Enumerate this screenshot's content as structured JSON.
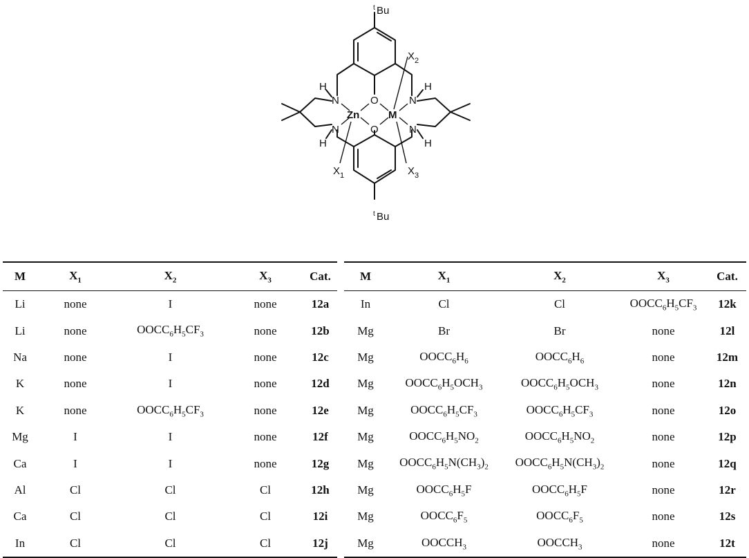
{
  "structure": {
    "tbu_top": "Bu",
    "tbu_bottom": "Bu",
    "tbu_sup": "t",
    "zn": "Zn",
    "m": "M",
    "o": "O",
    "n": "N",
    "h": "H",
    "x1": "X",
    "x2": "X",
    "x3": "X",
    "x1_sub": "1",
    "x2_sub": "2",
    "x3_sub": "3",
    "zn_color": "#b01c1c",
    "m_color": "#1c2a9c"
  },
  "table": {
    "headers": [
      "M",
      "X1",
      "X2",
      "X3",
      "Cat."
    ],
    "left_rows": [
      [
        "Li",
        "none",
        "I",
        "none",
        "12a"
      ],
      [
        "Li",
        "none",
        "OOCC6H5CF3",
        "none",
        "12b"
      ],
      [
        "Na",
        "none",
        "I",
        "none",
        "12c"
      ],
      [
        "K",
        "none",
        "I",
        "none",
        "12d"
      ],
      [
        "K",
        "none",
        "OOCC6H5CF3",
        "none",
        "12e"
      ],
      [
        "Mg",
        "I",
        "I",
        "none",
        "12f"
      ],
      [
        "Ca",
        "I",
        "I",
        "none",
        "12g"
      ],
      [
        "Al",
        "Cl",
        "Cl",
        "Cl",
        "12h"
      ],
      [
        "Ca",
        "Cl",
        "Cl",
        "Cl",
        "12i"
      ],
      [
        "In",
        "Cl",
        "Cl",
        "Cl",
        "12j"
      ]
    ],
    "right_rows": [
      [
        "In",
        "Cl",
        "Cl",
        "OOCC6H5CF3",
        "12k"
      ],
      [
        "Mg",
        "Br",
        "Br",
        "none",
        "12l"
      ],
      [
        "Mg",
        "OOCC6H6",
        "OOCC6H6",
        "none",
        "12m"
      ],
      [
        "Mg",
        "OOCC6H5OCH3",
        "OOCC6H5OCH3",
        "none",
        "12n"
      ],
      [
        "Mg",
        "OOCC6H5CF3",
        "OOCC6H5CF3",
        "none",
        "12o"
      ],
      [
        "Mg",
        "OOCC6H5NO2",
        "OOCC6H5NO2",
        "none",
        "12p"
      ],
      [
        "Mg",
        "OOCC6H5N(CH3)2",
        "OOCC6H5N(CH3)2",
        "none",
        "12q"
      ],
      [
        "Mg",
        "OOCC6H5F",
        "OOCC6H5F",
        "none",
        "12r"
      ],
      [
        "Mg",
        "OOCC6F5",
        "OOCC6F5",
        "none",
        "12s"
      ],
      [
        "Mg",
        "OOCCH3",
        "OOCCH3",
        "none",
        "12t"
      ]
    ]
  }
}
